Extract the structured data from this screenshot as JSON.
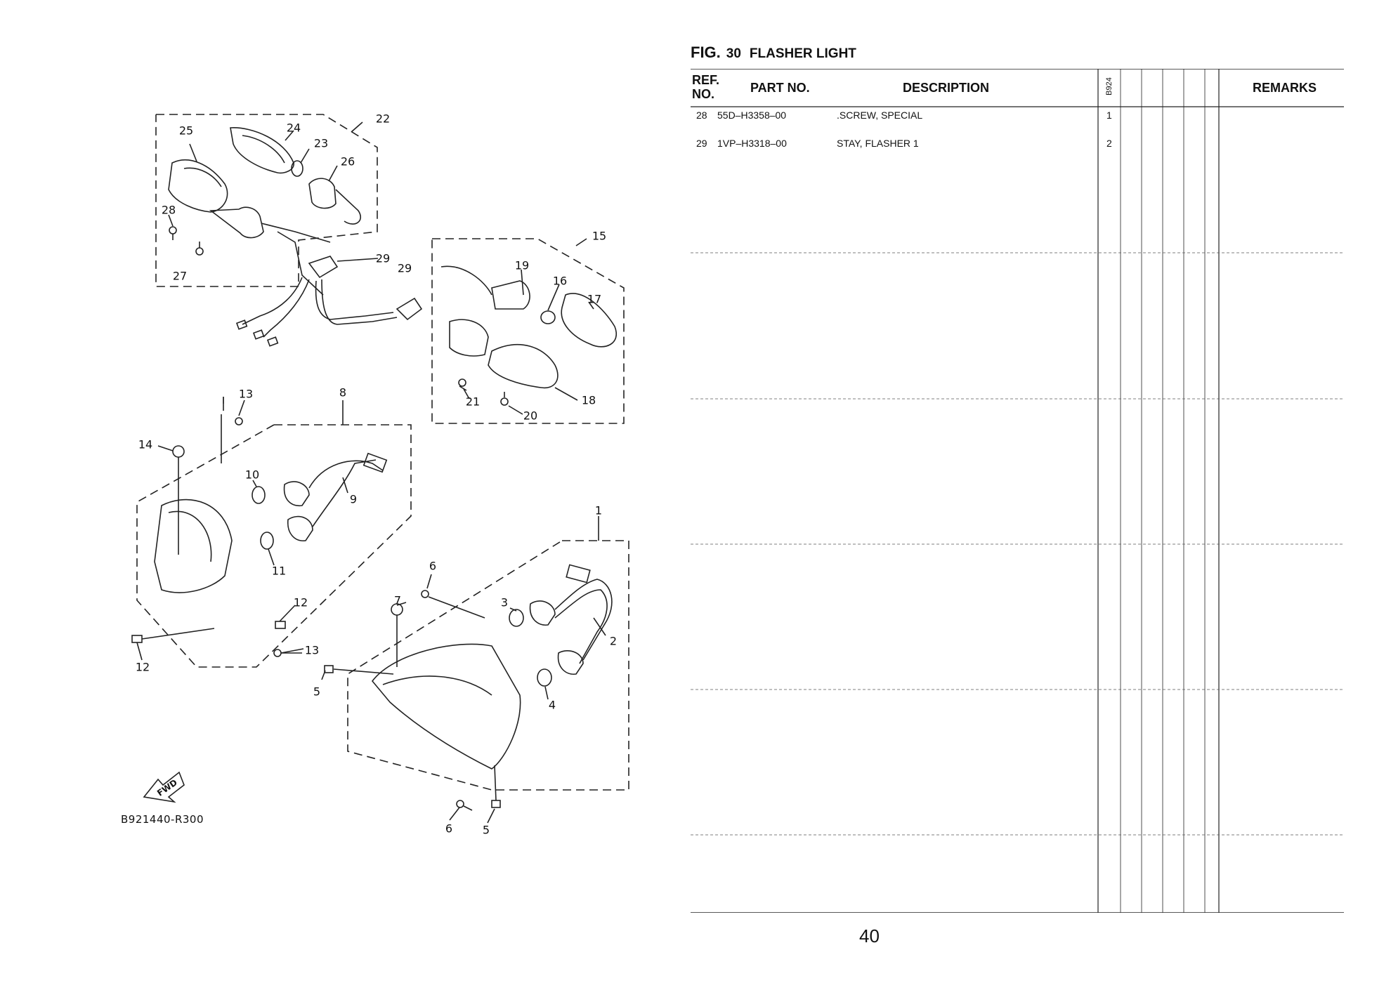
{
  "figure": {
    "fig_label": "FIG.",
    "number": "30",
    "title": "FLASHER LIGHT"
  },
  "diagram": {
    "drawing_code": "B921440-R300",
    "fwd_label": "FWD",
    "callouts": [
      "1",
      "2",
      "3",
      "4",
      "5",
      "5",
      "6",
      "6",
      "7",
      "8",
      "9",
      "10",
      "11",
      "12",
      "12",
      "13",
      "13",
      "14",
      "15",
      "16",
      "17",
      "18",
      "19",
      "20",
      "21",
      "22",
      "23",
      "24",
      "25",
      "26",
      "27",
      "28",
      "29",
      "29"
    ]
  },
  "table": {
    "headers": {
      "ref_no": "REF. NO.",
      "part_no": "PART NO.",
      "description": "DESCRIPTION",
      "model_code": "B924",
      "remarks": "REMARKS"
    },
    "rows": [
      {
        "ref": "28",
        "part_no": "55D–H3358–00",
        "description": ".SCREW, SPECIAL",
        "qty": "1"
      },
      {
        "ref": "29",
        "part_no": "1VP–H3318–00",
        "description": "STAY, FLASHER 1",
        "qty": "2"
      }
    ]
  },
  "page_number": "40"
}
